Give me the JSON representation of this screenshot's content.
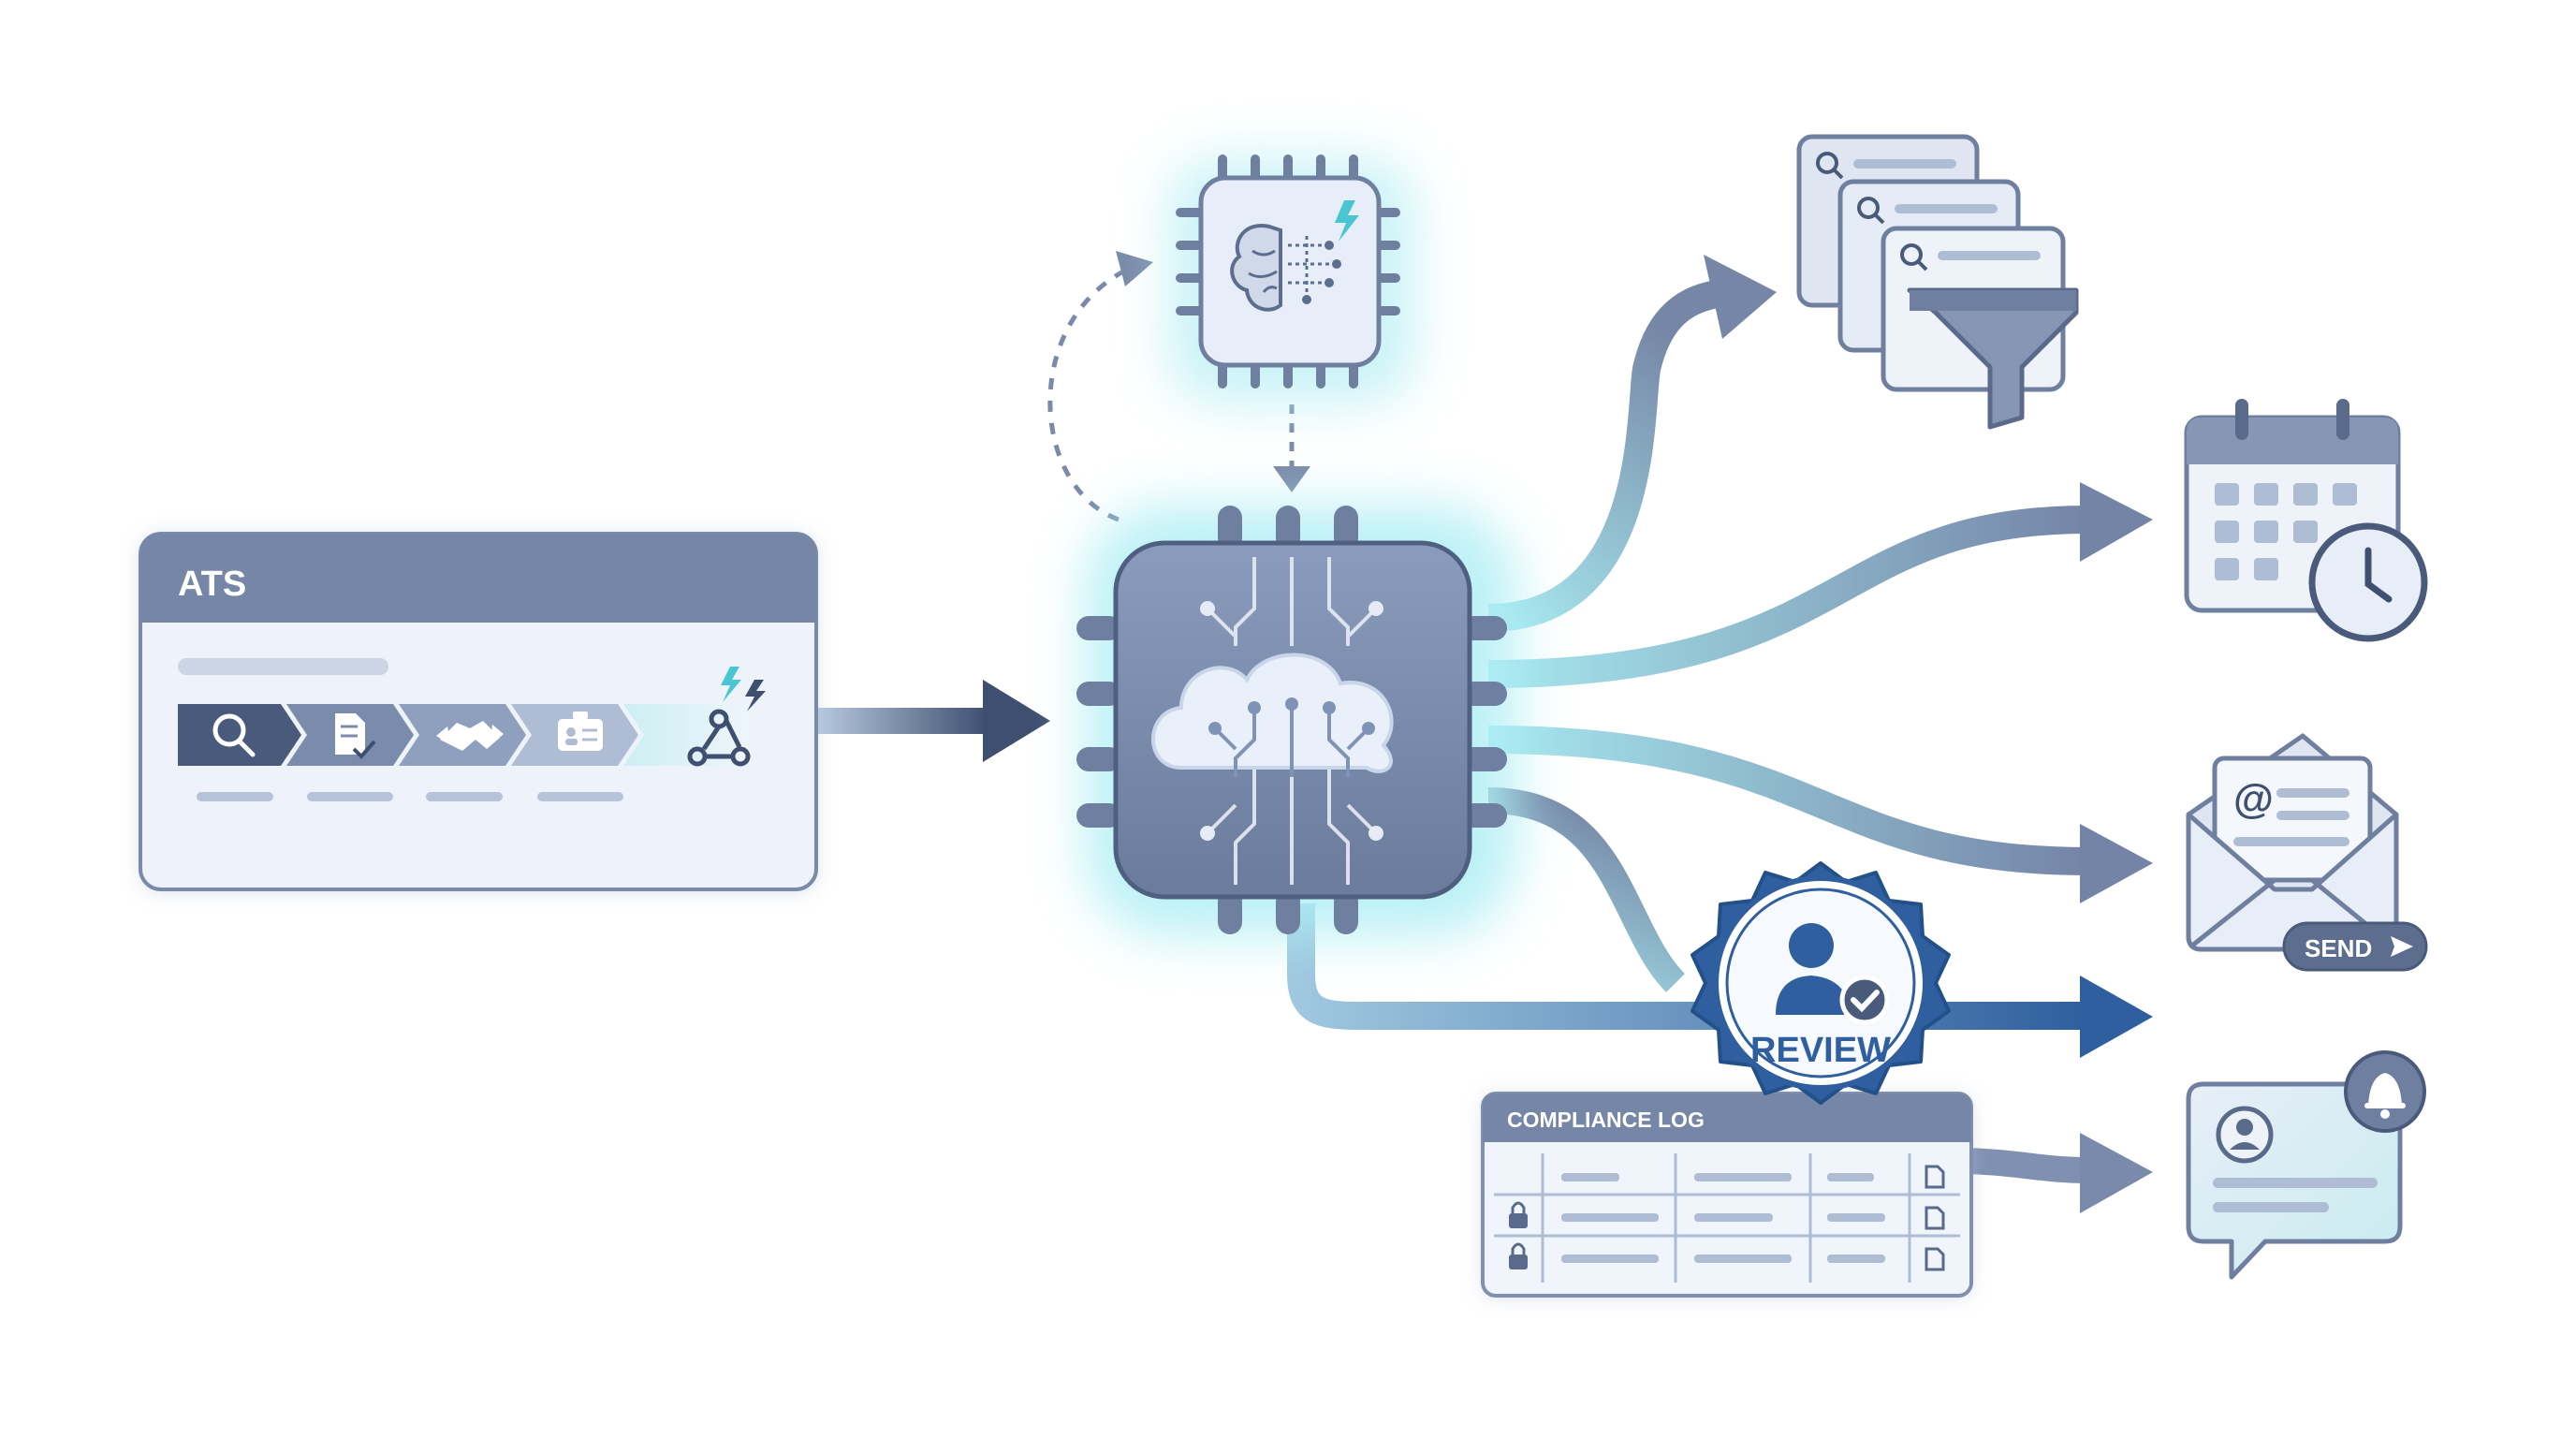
{
  "ats": {
    "title": "ATS"
  },
  "review_badge": {
    "label": "REVIEW"
  },
  "compliance_log": {
    "title": "COMPLIANCE LOG"
  },
  "email_card": {
    "at_symbol": "@",
    "send_label": "SEND"
  },
  "colors": {
    "slate": "#6f7f9f",
    "slate_dark": "#4a5a7a",
    "slate_light": "#dfe6f2",
    "navy": "#44557a",
    "review_blue": "#2f5f9e",
    "teal_glow": "#8fe3ec",
    "arrow_grey": "#8090b0"
  },
  "icons": [
    "search-icon",
    "document-check-icon",
    "handshake-icon",
    "id-card-icon",
    "webhook-icon",
    "lightning-icon",
    "ai-brain-chip-icon",
    "cloud-processor-chip-icon",
    "search-list-icon",
    "filter-funnel-icon",
    "calendar-icon",
    "clock-icon",
    "email-envelope-icon",
    "send-arrow-icon",
    "user-check-icon",
    "lock-icon",
    "file-icon",
    "chat-bubble-icon",
    "user-avatar-icon",
    "bell-icon"
  ]
}
